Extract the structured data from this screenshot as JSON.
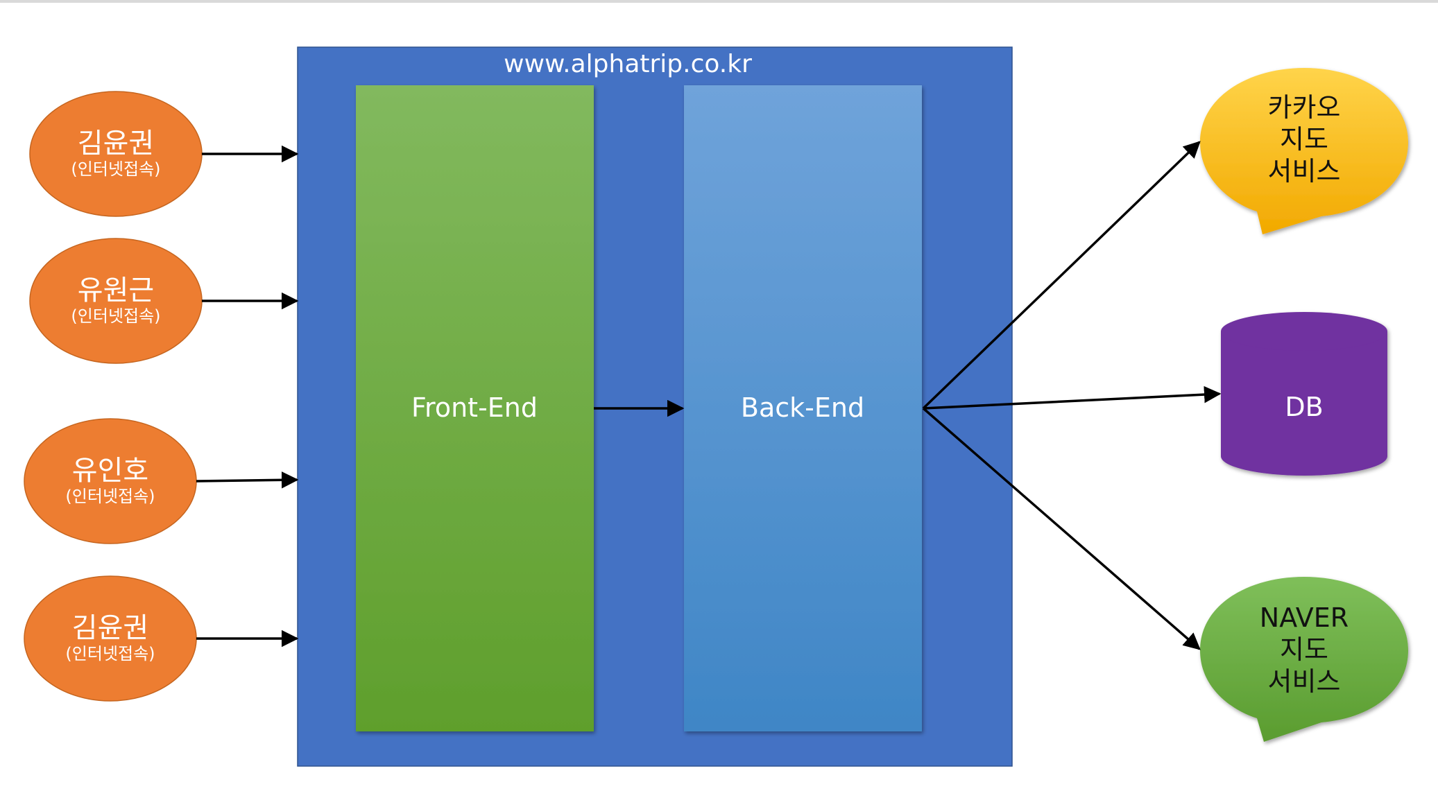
{
  "server": {
    "url": "www.alphatrip.co.kr",
    "color": "#4472c4"
  },
  "frontend": {
    "label": "Front-End",
    "color_top": "#82b95e",
    "color_bottom": "#5f9f2c"
  },
  "backend": {
    "label": "Back-End",
    "color_top": "#6fa3da",
    "color_bottom": "#3f86c6"
  },
  "users": [
    {
      "name": "김윤권",
      "access": "(인터넷접속)"
    },
    {
      "name": "유원근",
      "access": "(인터넷접속)"
    },
    {
      "name": "유인호",
      "access": "(인터넷접속)"
    },
    {
      "name": "김윤권",
      "access": "(인터넷접속)"
    }
  ],
  "user_color": "#ed7d31",
  "services": {
    "kakao": {
      "lines": [
        "카카오",
        "지도",
        "서비스"
      ],
      "color_top": "#ffd44a",
      "color_bottom": "#f2a900"
    },
    "db": {
      "label": "DB",
      "color": "#7030a0"
    },
    "naver": {
      "lines": [
        "NAVER",
        "지도",
        "서비스"
      ],
      "color_top": "#7fbf5a",
      "color_bottom": "#5a9c2f"
    }
  }
}
